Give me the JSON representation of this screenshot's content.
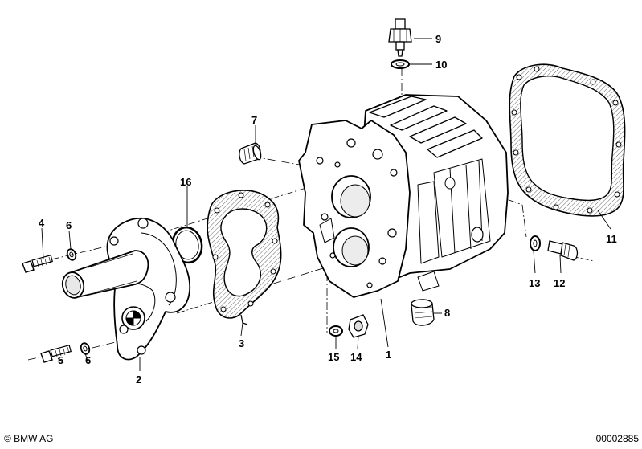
{
  "parts": {
    "p1": "1",
    "p2": "2",
    "p3": "3",
    "p4": "4",
    "p5": "5",
    "p6a": "6",
    "p6b": "6",
    "p7": "7",
    "p8": "8",
    "p9": "9",
    "p10": "10",
    "p11": "11",
    "p12": "12",
    "p13": "13",
    "p14": "14",
    "p15": "15",
    "p16": "16"
  },
  "footer": {
    "copyright": "© BMW AG",
    "catalog_number": "00002885"
  },
  "colors": {
    "ink": "#000000",
    "paper": "#ffffff",
    "shade": "#d9d9d9"
  }
}
